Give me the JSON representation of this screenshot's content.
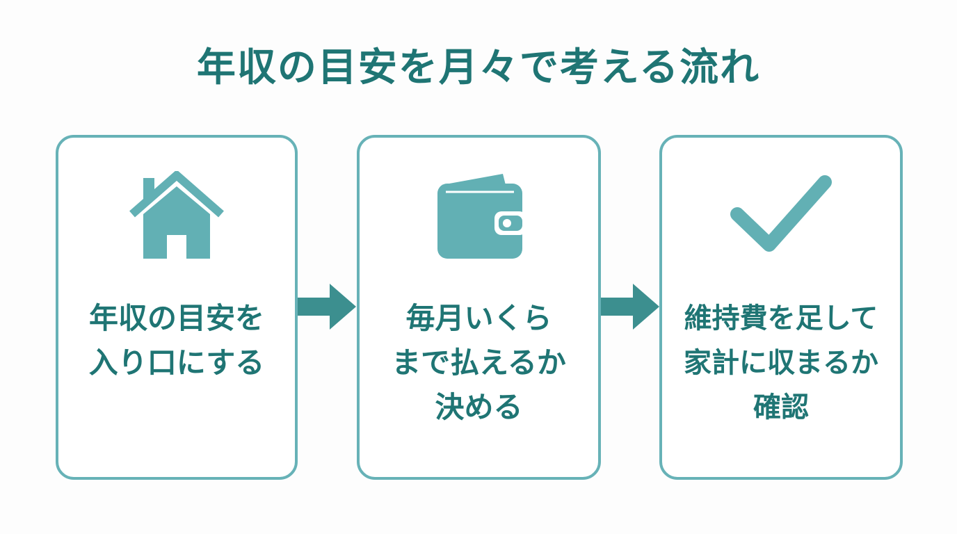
{
  "title": "年収の目安を月々で考える流れ",
  "steps": [
    {
      "label": "年収の目安を\n入り口にする",
      "icon": "house-icon"
    },
    {
      "label": "毎月いくら\nまで払えるか\n決める",
      "icon": "wallet-icon"
    },
    {
      "label": "維持費を足して\n家計に収まるか\n確認",
      "icon": "checkmark-icon"
    }
  ],
  "colors": {
    "text": "#1f7574",
    "border": "#67b2b7",
    "icon": "#62b0b4",
    "arrow": "#3c8f8f"
  }
}
